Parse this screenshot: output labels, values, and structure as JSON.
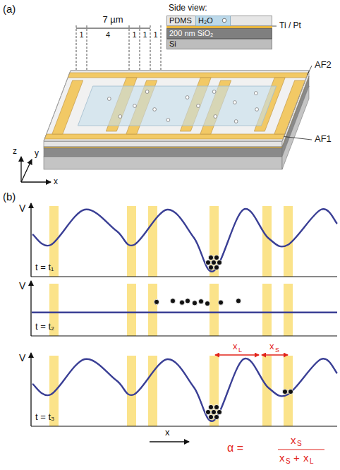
{
  "diagram": {
    "nodes": [
      {
        "text": [
          "Side view:"
        ]
      },
      {
        "text": [
          "PDMS"
        ],
        "in": 0
      },
      {
        "text": [
          "H₂O"
        ],
        "in": 1
      },
      {
        "text": [
          "200 nm SiO₂"
        ],
        "in": 0
      },
      {
        "text": [
          "Si"
        ],
        "in": 0
      }
    ],
    "labels": [
      "(a)",
      "7 µm",
      "1",
      "4",
      "1",
      "1",
      "1",
      "Ti / Pt",
      "AF2",
      "AF1",
      "z",
      "y",
      "x",
      "(b)",
      "V",
      "t = t₁",
      "V",
      "t = t₂",
      "V",
      "t = t₃",
      "x",
      "L",
      "x",
      "S",
      "x",
      "α =",
      "x",
      "S",
      "x",
      "S",
      "+",
      "x",
      "L"
    ]
  }
}
